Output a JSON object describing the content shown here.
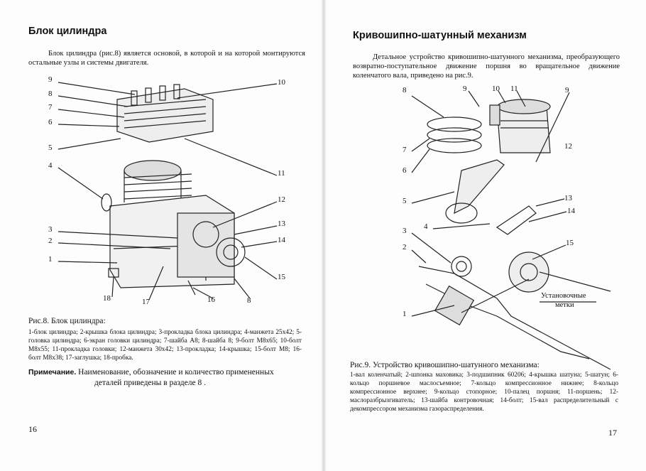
{
  "left_page": {
    "title": "Блок цилиндра",
    "intro": "Блок цилиндра (рис.8) является основой, в которой и на которой монтируются остальные узлы и системы двигателя.",
    "figure_callouts": [
      "9",
      "8",
      "7",
      "6",
      "5",
      "4",
      "10",
      "11",
      "12",
      "13",
      "14",
      "3",
      "2",
      "1",
      "15",
      "18",
      "17",
      "16",
      "8"
    ],
    "caption": "Рис.8. Блок цилиндра:",
    "legend": "1-блок цилиндра; 2-крышка блока цилиндра; 3-прокладка блока цилиндра; 4-манжета 25х42; 5-головка цилиндра; 6-экран головки цилиндра; 7-шайба А8; 8-шайба 8; 9-болт М8х65; 10-болт М8х55; 11-прокладка головки; 12-манжета 30х42; 13-прокладка; 14-крышка; 15-болт М8; 16-болт М8х38; 17-заглушка; 18-пробка.",
    "note_label": "Примечание.",
    "note_text": "Наименование, обозначение и количество примененных",
    "note_text2": "деталей приведены в  разделе 8 .",
    "page_number": "16"
  },
  "right_page": {
    "title": "Кривошипно-шатунный механизм",
    "intro": "Детальное устройство кривошипно-шатунного механизма, преобразующего возвратно-поступательное движение поршня во вращательное движение коленчатого вала, приведено на рис.9.",
    "figure_callouts": [
      "8",
      "9",
      "10",
      "11",
      "9",
      "12",
      "7",
      "6",
      "5",
      "13",
      "14",
      "4",
      "3",
      "2",
      "15",
      "1"
    ],
    "marks_label_1": "Установочные",
    "marks_label_2": "метки",
    "caption": "Рис.9.  Устройство кривошипно-шатунного механизма:",
    "legend": "1-вал коленчатый; 2-шпонка маховика; 3-подшипник 60206; 4-крышка шатуна; 5-шатун; 6-кольцо поршневое маслосъемное; 7-кольцо компрессионное нижнее; 8-кольцо компрессионное верхнее; 9-кольцо стопорное; 10-палец поршня; 11-поршень; 12-маслоразбрызгиватель; 13-шайба контровочная; 14-болт; 15-вал распределительный с декомпрессором механизма газораспределения.",
    "page_number": "17"
  }
}
